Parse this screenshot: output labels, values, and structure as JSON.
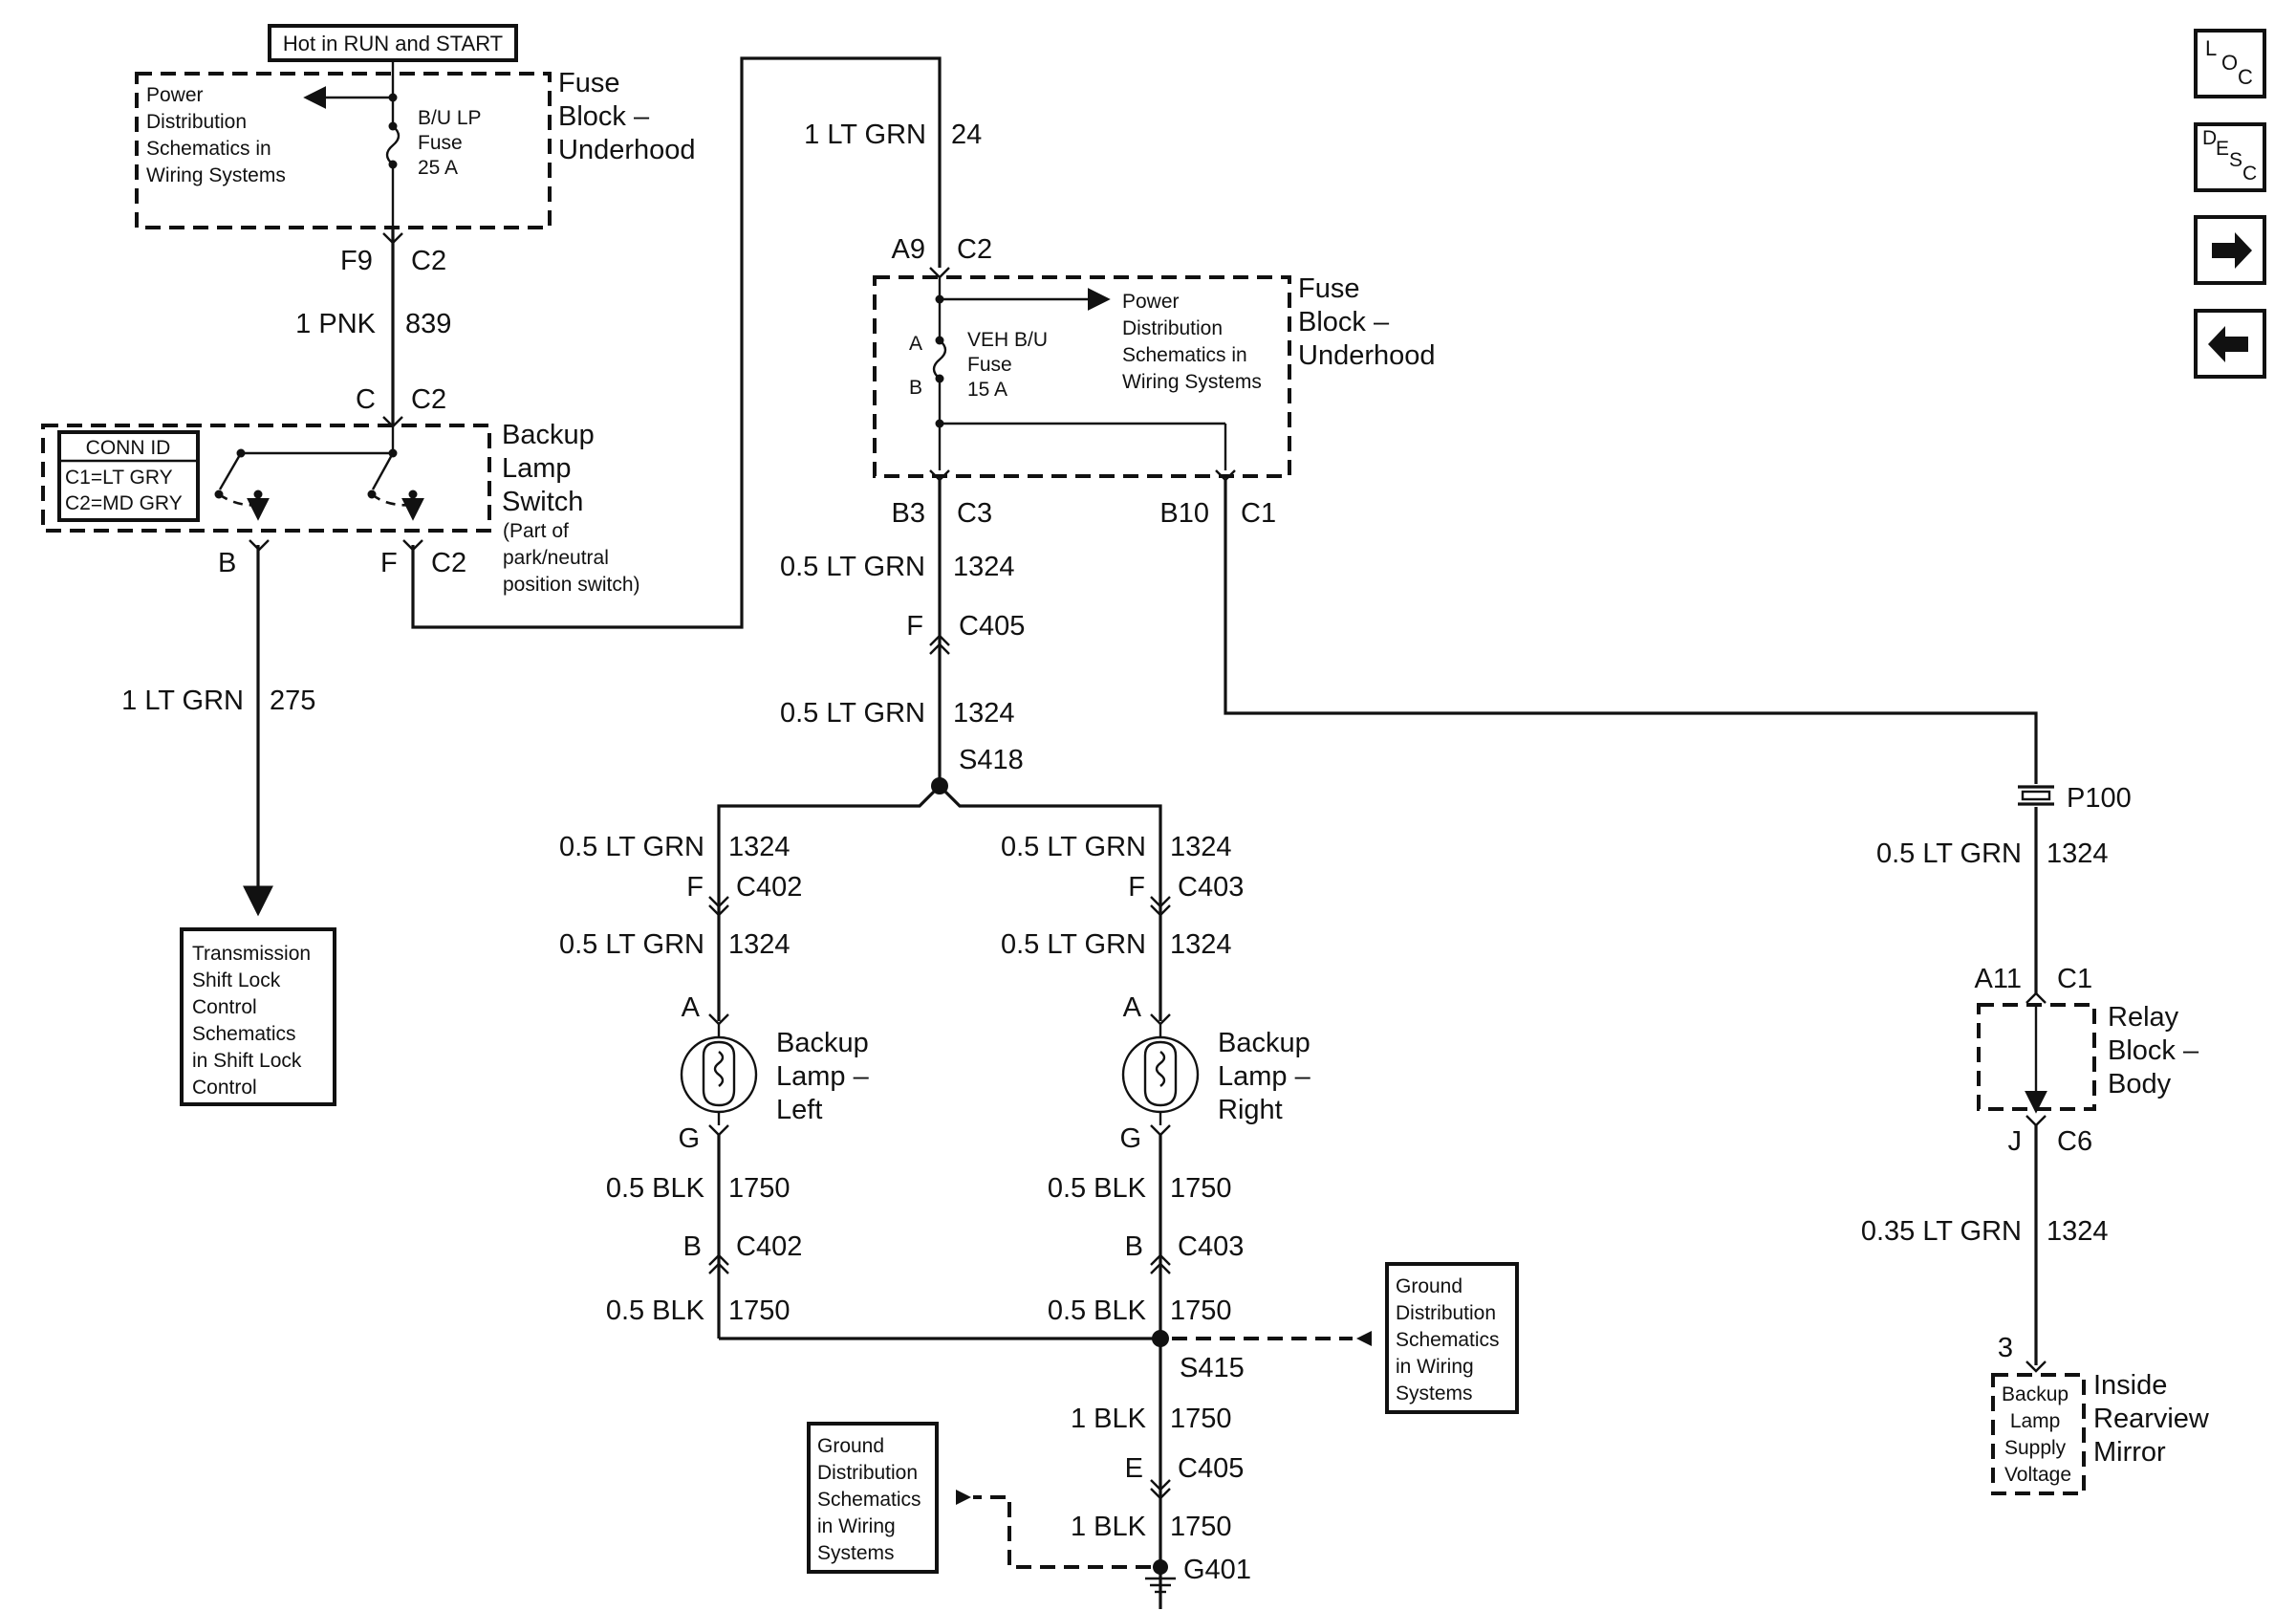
{
  "header": {
    "power_note": "Hot in RUN and START"
  },
  "fuse_block_top": {
    "name": [
      "Fuse",
      "Block –",
      "Underhood"
    ],
    "fuse": [
      "B/U LP",
      "Fuse",
      "25 A"
    ],
    "ref": [
      "Power",
      "Distribution",
      "Schematics in",
      "Wiring Systems"
    ],
    "pin_left": "F9",
    "pin_right": "C2"
  },
  "wire_pnk": {
    "gauge": "1 PNK",
    "circuit": "839"
  },
  "backup_switch": {
    "conn_top": "C",
    "conn_top_right": "C2",
    "conn_id_title": "CONN ID",
    "conn_id_c1": "C1=LT GRY",
    "conn_id_c2": "C2=MD GRY",
    "name": [
      "Backup",
      "Lamp",
      "Switch"
    ],
    "note": [
      "(Part of",
      "park/neutral",
      "position switch)"
    ],
    "pin_b": "B",
    "pin_f": "F",
    "pin_c2": "C2"
  },
  "wire_275": {
    "gauge": "1 LT GRN",
    "circuit": "275"
  },
  "trans_ref": [
    "Transmission",
    "Shift Lock",
    "Control",
    "Schematics",
    "in Shift Lock",
    "Control"
  ],
  "wire_24": {
    "gauge": "1 LT GRN",
    "circuit": "24"
  },
  "fuse_block_mid": {
    "pin_a9": "A9",
    "pin_c2": "C2",
    "pin_a": "A",
    "pin_b": "B",
    "fuse": [
      "VEH B/U",
      "Fuse",
      "15 A"
    ],
    "ref": [
      "Power",
      "Distribution",
      "Schematics in",
      "Wiring Systems"
    ],
    "name": [
      "Fuse",
      "Block –",
      "Underhood"
    ],
    "pin_b3": "B3",
    "pin_c3": "C3",
    "pin_b10": "B10",
    "pin_c1": "C1"
  },
  "wire_1324_a": {
    "gauge": "0.5 LT GRN",
    "circuit": "1324"
  },
  "conn_c405_top": {
    "pin": "F",
    "conn": "C405"
  },
  "wire_1324_b": {
    "gauge": "0.5 LT GRN",
    "circuit": "1324"
  },
  "splice_s418": "S418",
  "left_branch": {
    "w1_gauge": "0.5 LT GRN",
    "w1_circuit": "1324",
    "conn_pin": "F",
    "conn": "C402",
    "w2_gauge": "0.5 LT GRN",
    "w2_circuit": "1324",
    "pin_a": "A",
    "lamp_name": [
      "Backup",
      "Lamp –",
      "Left"
    ],
    "pin_g": "G",
    "w3_gauge": "0.5 BLK",
    "w3_circuit": "1750",
    "gconn_pin": "B",
    "gconn": "C402",
    "w4_gauge": "0.5 BLK",
    "w4_circuit": "1750"
  },
  "right_branch": {
    "w1_gauge": "0.5 LT GRN",
    "w1_circuit": "1324",
    "conn_pin": "F",
    "conn": "C403",
    "w2_gauge": "0.5 LT GRN",
    "w2_circuit": "1324",
    "pin_a": "A",
    "lamp_name": [
      "Backup",
      "Lamp –",
      "Right"
    ],
    "pin_g": "G",
    "w3_gauge": "0.5 BLK",
    "w3_circuit": "1750",
    "gconn_pin": "B",
    "gconn": "C403",
    "w4_gauge": "0.5 BLK",
    "w4_circuit": "1750"
  },
  "splice_s415": "S415",
  "ground_ref_right": [
    "Ground",
    "Distribution",
    "Schematics",
    "in Wiring",
    "Systems"
  ],
  "ground_bottom": {
    "w1_gauge": "1 BLK",
    "w1_circuit": "1750",
    "conn_pin": "E",
    "conn": "C405",
    "w2_gauge": "1 BLK",
    "w2_circuit": "1750",
    "ground": "G401"
  },
  "ground_ref_left": [
    "Ground",
    "Distribution",
    "Schematics",
    "in Wiring",
    "Systems"
  ],
  "right_path": {
    "p100": "P100",
    "w1_gauge": "0.5 LT GRN",
    "w1_circuit": "1324",
    "pin_a11": "A11",
    "pin_c1": "C1",
    "relay_name": [
      "Relay",
      "Block –",
      "Body"
    ],
    "pin_j": "J",
    "pin_c6": "C6",
    "w2_gauge": "0.35 LT GRN",
    "w2_circuit": "1324",
    "pin_3": "3",
    "mirror_box": [
      "Backup",
      "Lamp",
      "Supply",
      "Voltage"
    ],
    "mirror_name": [
      "Inside",
      "Rearview",
      "Mirror"
    ]
  },
  "nav": {
    "loc_l": "L",
    "loc_o": "O",
    "loc_c": "C",
    "desc_d": "D",
    "desc_e": "E",
    "desc_s": "S",
    "desc_c": "C"
  }
}
